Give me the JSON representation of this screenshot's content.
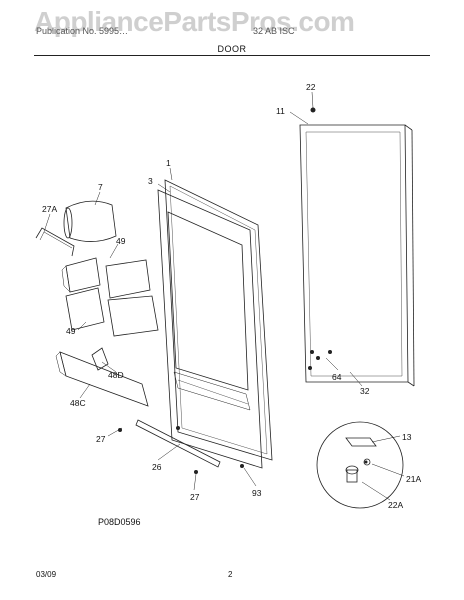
{
  "watermark": "AppliancePartsPros.com",
  "header": {
    "left": "Publication No. 5995…",
    "right": "32 AB ISC"
  },
  "section_title": "DOOR",
  "diagram_code": "P08D0596",
  "footer": {
    "date": "03/09",
    "page": "2"
  },
  "callouts": [
    "22",
    "11",
    "1",
    "3",
    "7",
    "27A",
    "49",
    "49",
    "48D",
    "48C",
    "27",
    "26",
    "27",
    "93",
    "64",
    "32",
    "13",
    "21A",
    "22A"
  ]
}
